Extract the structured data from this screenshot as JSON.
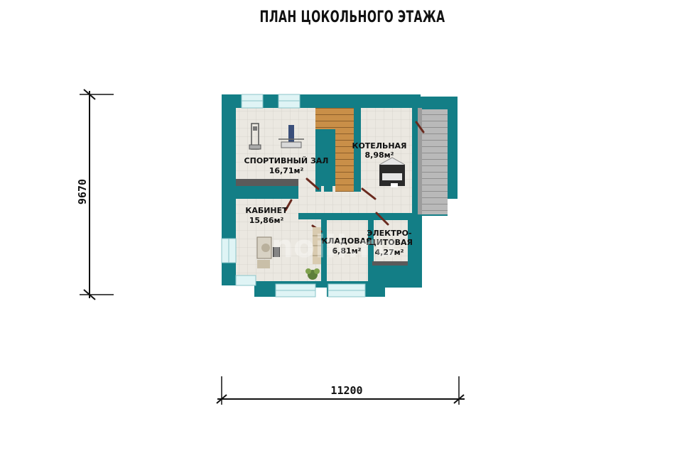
{
  "title": "ПЛАН ЦОКОЛЬНОГО ЭТАЖА",
  "dimensions": {
    "width": "11200",
    "height": "9670"
  },
  "rooms": [
    {
      "name": "СПОРТИВНЫЙ ЗАЛ",
      "area": "16,71м²"
    },
    {
      "name": "КОТЕЛЬНАЯ",
      "area": "8,98м²"
    },
    {
      "name": "КАБИНЕТ",
      "area": "15,86м²"
    },
    {
      "name": "КЛАДОВАЯ",
      "area": "6,81м²"
    },
    {
      "name": "ЭЛЕКТРО-",
      "name2": "ЩИТОВАЯ",
      "area": "4,27м²"
    }
  ],
  "watermark": "noili.ru",
  "colors": {
    "wall": "#137e86",
    "floor": "#ebe8e1",
    "floor_grid": "#d6d3cc",
    "stair": "#c2883f",
    "dark": "#5a5a5a"
  }
}
